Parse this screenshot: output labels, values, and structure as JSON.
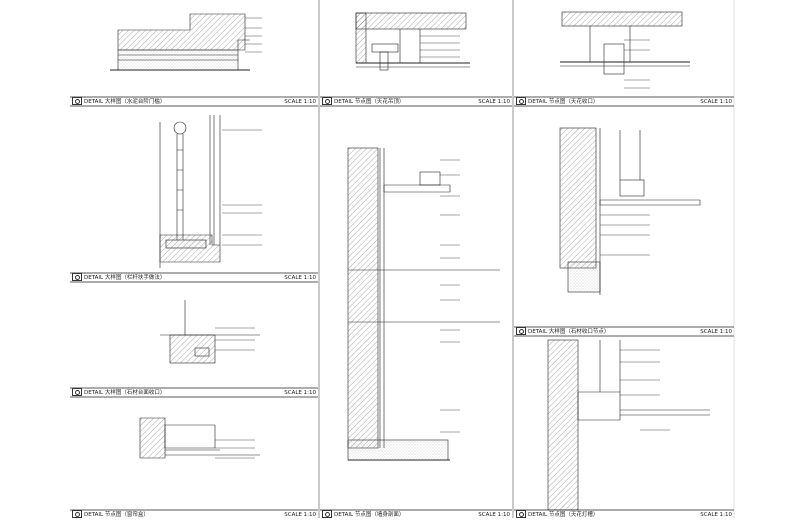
{
  "panels": [
    {
      "caption": "DETAIL",
      "title": "大样图（水泥台阶门槛）",
      "scale": "SCALE 1:10"
    },
    {
      "caption": "DETAIL",
      "title": "节点图（天花吊顶）",
      "scale": "SCALE 1:10"
    },
    {
      "caption": "DETAIL",
      "title": "节点图（天花收口）",
      "scale": "SCALE 1:10"
    },
    {
      "caption": "DETAIL",
      "title": "大样图（栏杆扶手做法）",
      "scale": "SCALE 1:10"
    },
    {
      "caption": "DETAIL",
      "title": "节点图（墙身剖面）",
      "scale": "SCALE 1:10"
    },
    {
      "caption": "DETAIL",
      "title": "大样图（石材收口节点）",
      "scale": "SCALE 1:10"
    },
    {
      "caption": "DETAIL",
      "title": "大样图（石材台面收口）",
      "scale": "SCALE 1:10"
    },
    {
      "caption": "DETAIL",
      "title": "节点图（窗帘盒）",
      "scale": "SCALE 1:10"
    },
    {
      "caption": "DETAIL",
      "title": "节点图（天花灯槽）",
      "scale": "SCALE 1:10"
    }
  ]
}
